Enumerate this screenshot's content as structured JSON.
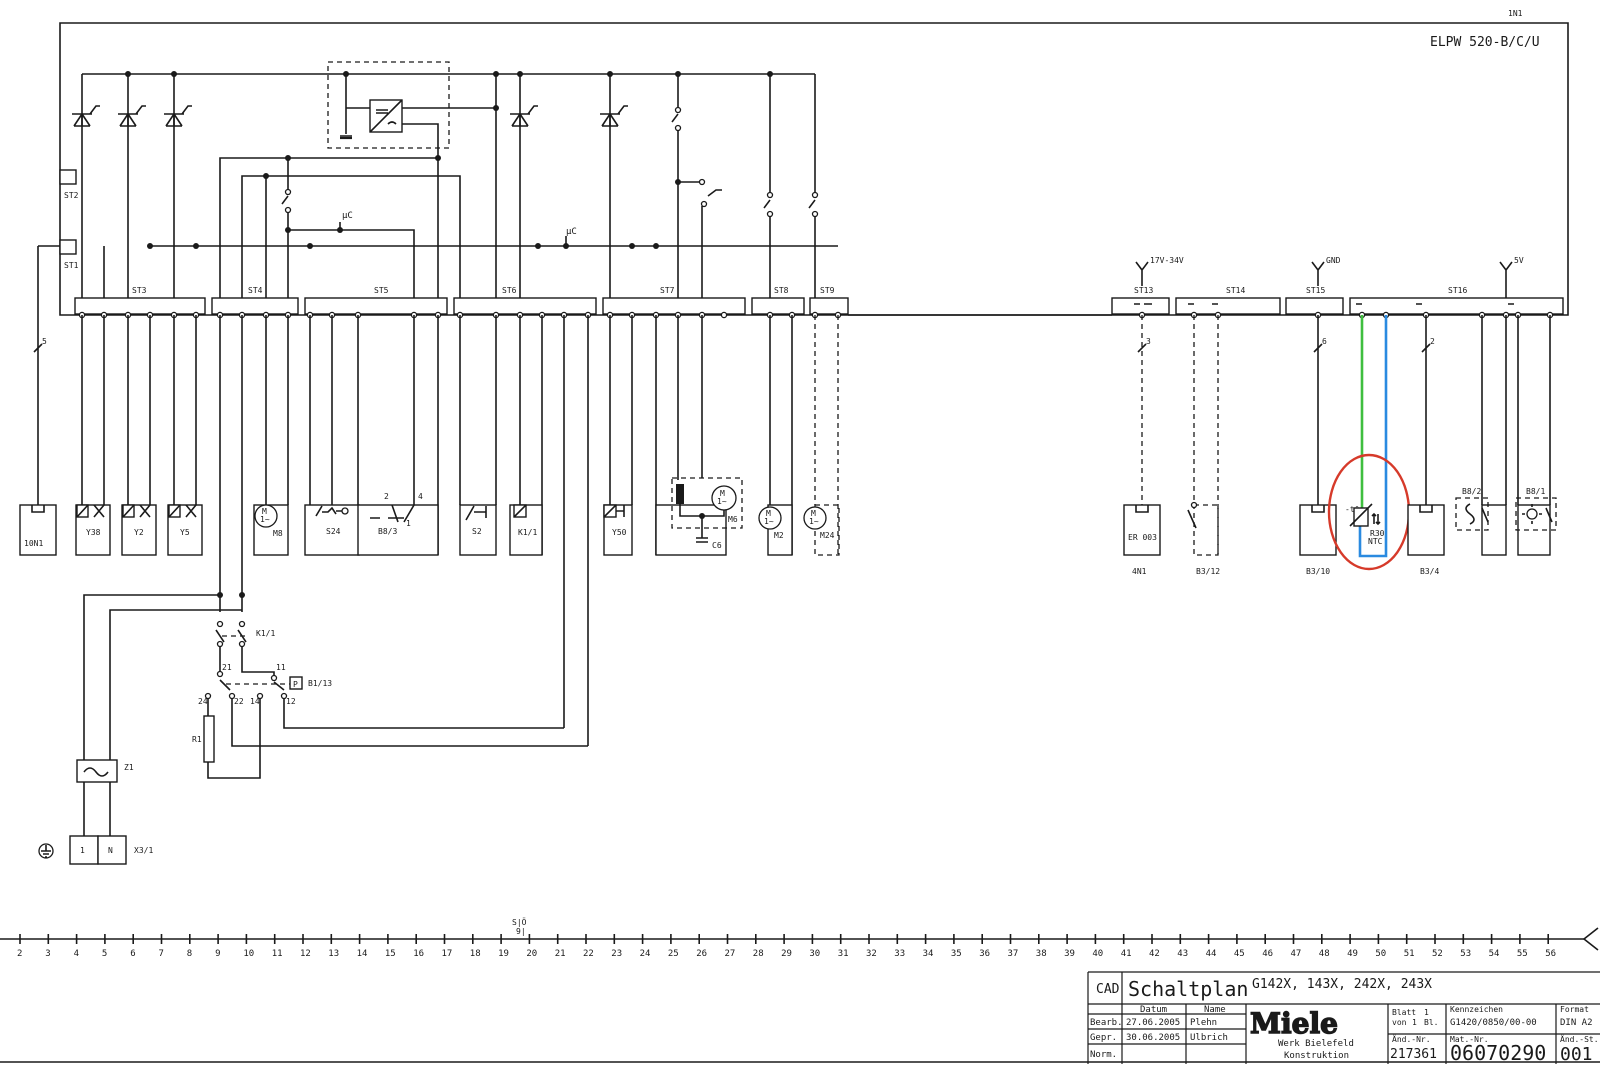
{
  "drawing": {
    "module_id": "1N1",
    "module_name": "ELPW 520-B/C/U",
    "connectors_left": [
      "ST3",
      "ST4",
      "ST5",
      "ST6",
      "ST7",
      "ST8",
      "ST9"
    ],
    "connectors_right": [
      "ST13",
      "ST14",
      "ST15",
      "ST16"
    ],
    "side_connectors": [
      "ST2",
      "ST1"
    ],
    "supply_labels": {
      "v17": "17V-34V",
      "gnd": "GND",
      "v5": "5V"
    },
    "mu_c": "μC",
    "components": {
      "n10": "10N1",
      "y38": "Y38",
      "y2": "Y2",
      "y5": "Y5",
      "m8": "M8",
      "s24": "S24",
      "b83": "B8/3",
      "s2": "S2",
      "k11_coil": "K1/1",
      "y50": "Y50",
      "m6": "M6",
      "c6": "C6",
      "m2": "M2",
      "m24": "M24",
      "er003": "ER 003",
      "n4": "4N1",
      "b312": "B3/12",
      "b310": "B3/10",
      "r30": "R30",
      "ntc": "NTC",
      "b34": "B3/4",
      "b82": "B8/2",
      "b81": "B8/1",
      "k11_contact": "K1/1",
      "b113": "B1/13",
      "r1": "R1",
      "z1": "Z1",
      "x31": "X3/1",
      "x31_l": "1",
      "x31_n": "N",
      "p": "P"
    },
    "wire_numbers": {
      "w5": "5",
      "w3": "3",
      "w6": "6",
      "w2": "2"
    },
    "k1_terminals": [
      "21",
      "24",
      "22",
      "11",
      "14",
      "12"
    ],
    "b83_terminals": [
      "2",
      "4",
      "1"
    ],
    "highlight_color": "#d63a2a",
    "wire_green": "#3fbf3f",
    "wire_blue": "#2a8ae0"
  },
  "ruler": {
    "marker_top": "S|Ö",
    "marker_bottom": "9|",
    "numbers": [
      "2",
      "3",
      "4",
      "5",
      "6",
      "7",
      "8",
      "9",
      "10",
      "11",
      "12",
      "13",
      "14",
      "15",
      "16",
      "17",
      "18",
      "19",
      "20",
      "21",
      "22",
      "23",
      "24",
      "25",
      "26",
      "27",
      "28",
      "29",
      "30",
      "31",
      "32",
      "33",
      "34",
      "35",
      "36",
      "37",
      "38",
      "39",
      "40",
      "41",
      "42",
      "43",
      "44",
      "45",
      "46",
      "47",
      "48",
      "49",
      "50",
      "51",
      "52",
      "53",
      "54",
      "55",
      "56"
    ]
  },
  "title_block": {
    "cad": "CAD",
    "title": "Schaltplan",
    "models": "G142X, 143X, 242X, 243X",
    "col_datum": "Datum",
    "col_name": "Name",
    "row_bearb": "Bearb.",
    "bearb_date": "27.06.2005",
    "bearb_name": "Plehn",
    "row_gepr": "Gepr.",
    "gepr_date": "30.06.2005",
    "gepr_name": "Ulbrich",
    "row_norm": "Norm.",
    "brand": "Miele",
    "werk": "Werk Bielefeld",
    "konstruktion": "Konstruktion",
    "blatt": "Blatt",
    "blatt_val": "1",
    "von": "von",
    "von_val": "1",
    "bl": "Bl.",
    "kennzeichen_label": "Kennzeichen",
    "kennzeichen": "G1420/0850/00-00",
    "format_label": "Format",
    "format": "DIN A2",
    "aend_nr_label": "Änd.-Nr.",
    "aend_nr": "217361",
    "mat_nr_label": "Mat.-Nr.",
    "mat_nr": "06070290",
    "aend_st_label": "Änd.-St.",
    "aend_st": "001"
  }
}
